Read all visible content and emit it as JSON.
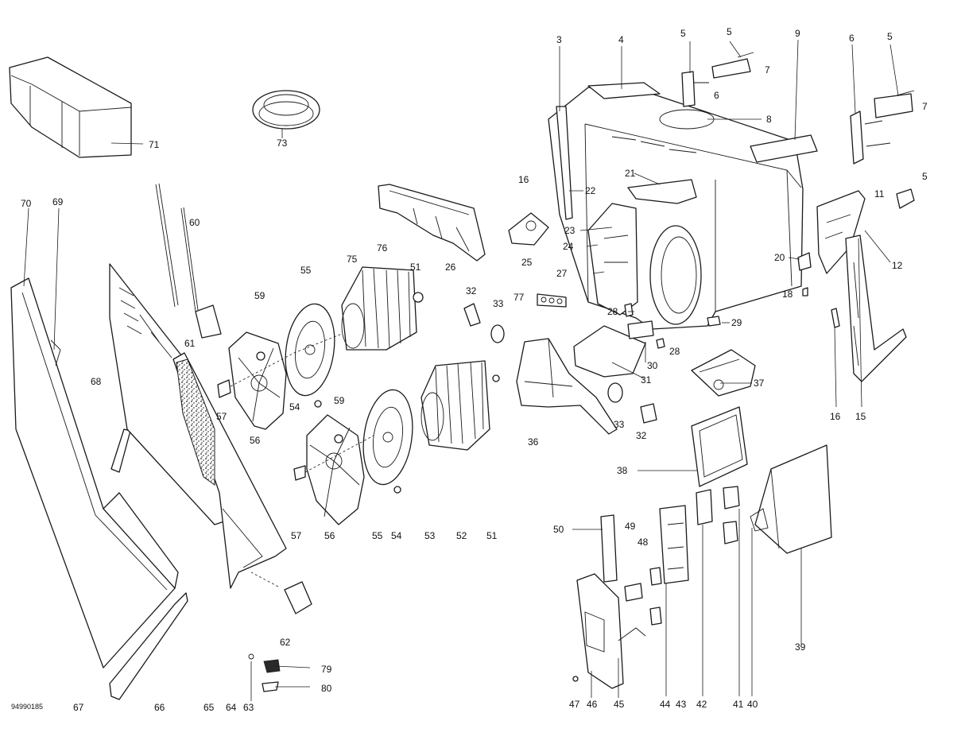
{
  "diagram": {
    "reference_code": "94990185",
    "callouts": [
      {
        "id": "c71",
        "text": "71"
      },
      {
        "id": "c73",
        "text": "73"
      },
      {
        "id": "c70",
        "text": "70"
      },
      {
        "id": "c69",
        "text": "69"
      },
      {
        "id": "c60",
        "text": "60"
      },
      {
        "id": "c61",
        "text": "61"
      },
      {
        "id": "c68",
        "text": "68"
      },
      {
        "id": "c59a",
        "text": "59"
      },
      {
        "id": "c55a",
        "text": "55"
      },
      {
        "id": "c75",
        "text": "75"
      },
      {
        "id": "c76",
        "text": "76"
      },
      {
        "id": "c51a",
        "text": "51"
      },
      {
        "id": "c26",
        "text": "26"
      },
      {
        "id": "c57a",
        "text": "57"
      },
      {
        "id": "c56a",
        "text": "56"
      },
      {
        "id": "c54a",
        "text": "54"
      },
      {
        "id": "c59b",
        "text": "59"
      },
      {
        "id": "c57b",
        "text": "57"
      },
      {
        "id": "c56b",
        "text": "56"
      },
      {
        "id": "c55b",
        "text": "55"
      },
      {
        "id": "c54b",
        "text": "54"
      },
      {
        "id": "c53",
        "text": "53"
      },
      {
        "id": "c52",
        "text": "52"
      },
      {
        "id": "c51b",
        "text": "51"
      },
      {
        "id": "c32a",
        "text": "32"
      },
      {
        "id": "c33a",
        "text": "33"
      },
      {
        "id": "c77",
        "text": "77"
      },
      {
        "id": "c36",
        "text": "36"
      },
      {
        "id": "c3",
        "text": "3"
      },
      {
        "id": "c4",
        "text": "4"
      },
      {
        "id": "c5a",
        "text": "5"
      },
      {
        "id": "c5b",
        "text": "5"
      },
      {
        "id": "c7a",
        "text": "7"
      },
      {
        "id": "c6a",
        "text": "6"
      },
      {
        "id": "c8",
        "text": "8"
      },
      {
        "id": "c9",
        "text": "9"
      },
      {
        "id": "c6b",
        "text": "6"
      },
      {
        "id": "c5c",
        "text": "5"
      },
      {
        "id": "c7b",
        "text": "7"
      },
      {
        "id": "c5d",
        "text": "5"
      },
      {
        "id": "c16a",
        "text": "16"
      },
      {
        "id": "c22",
        "text": "22"
      },
      {
        "id": "c21",
        "text": "21"
      },
      {
        "id": "c23",
        "text": "23"
      },
      {
        "id": "c24",
        "text": "24"
      },
      {
        "id": "c25",
        "text": "25"
      },
      {
        "id": "c27",
        "text": "27"
      },
      {
        "id": "c28a",
        "text": "28"
      },
      {
        "id": "c28b",
        "text": "28"
      },
      {
        "id": "c29",
        "text": "29"
      },
      {
        "id": "c30",
        "text": "30"
      },
      {
        "id": "c31",
        "text": "31"
      },
      {
        "id": "c20",
        "text": "20"
      },
      {
        "id": "c18",
        "text": "18"
      },
      {
        "id": "c11",
        "text": "11"
      },
      {
        "id": "c12",
        "text": "12"
      },
      {
        "id": "c16b",
        "text": "16"
      },
      {
        "id": "c15",
        "text": "15"
      },
      {
        "id": "c37",
        "text": "37"
      },
      {
        "id": "c33b",
        "text": "33"
      },
      {
        "id": "c32b",
        "text": "32"
      },
      {
        "id": "c38",
        "text": "38"
      },
      {
        "id": "c50",
        "text": "50"
      },
      {
        "id": "c49",
        "text": "49"
      },
      {
        "id": "c48",
        "text": "48"
      },
      {
        "id": "c39",
        "text": "39"
      },
      {
        "id": "c62",
        "text": "62"
      },
      {
        "id": "c79",
        "text": "79"
      },
      {
        "id": "c80",
        "text": "80"
      },
      {
        "id": "c67",
        "text": "67"
      },
      {
        "id": "c66",
        "text": "66"
      },
      {
        "id": "c65",
        "text": "65"
      },
      {
        "id": "c64",
        "text": "64"
      },
      {
        "id": "c63",
        "text": "63"
      },
      {
        "id": "c47",
        "text": "47"
      },
      {
        "id": "c46",
        "text": "46"
      },
      {
        "id": "c45",
        "text": "45"
      },
      {
        "id": "c44",
        "text": "44"
      },
      {
        "id": "c43",
        "text": "43"
      },
      {
        "id": "c42",
        "text": "42"
      },
      {
        "id": "c41",
        "text": "41"
      },
      {
        "id": "c40",
        "text": "40"
      }
    ]
  }
}
